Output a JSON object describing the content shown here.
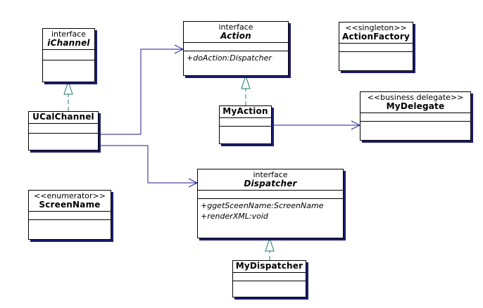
{
  "colors": {
    "edge": "#1c1c8e",
    "realize": "#1e7a6a",
    "shadow": "#1c1c6e"
  },
  "classes": {
    "ichannel": {
      "stereotype": "interface",
      "name": "iChannel",
      "ops": []
    },
    "action": {
      "stereotype": "interface",
      "name": "Action",
      "ops": [
        "+doAction:Dispatcher"
      ]
    },
    "actionfactory": {
      "stereotype": "<<singleton>>",
      "name": "ActionFactory",
      "ops": []
    },
    "ucalchannel": {
      "stereotype": "",
      "name": "UCalChannel",
      "ops": []
    },
    "myaction": {
      "stereotype": "",
      "name": "MyAction",
      "ops": []
    },
    "mydelegate": {
      "stereotype": "<<business delegate>>",
      "name": "MyDelegate",
      "ops": []
    },
    "screenname": {
      "stereotype": "<<enumerator>>",
      "name": "ScreenName",
      "ops": []
    },
    "dispatcher": {
      "stereotype": "interface",
      "name": "Dispatcher",
      "ops": [
        "+ggetSceenName:ScreenName",
        "+renderXML:void"
      ]
    },
    "mydispatcher": {
      "stereotype": "",
      "name": "MyDispatcher",
      "ops": []
    }
  }
}
